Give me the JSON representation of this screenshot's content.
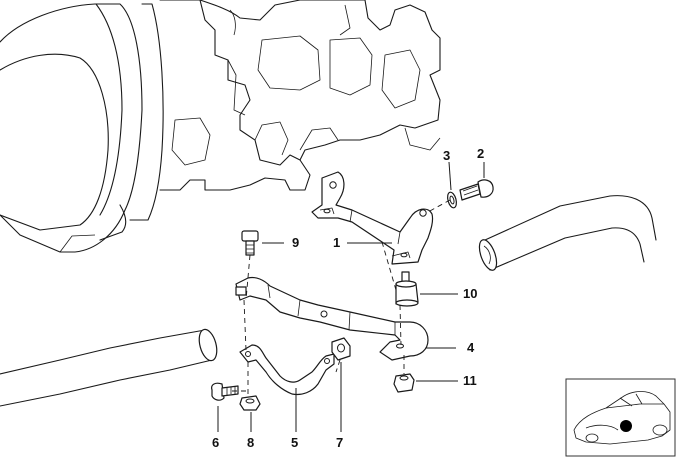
{
  "diagram": {
    "callouts": [
      {
        "key": "c1",
        "label": "1"
      },
      {
        "key": "c2",
        "label": "2"
      },
      {
        "key": "c3",
        "label": "3"
      },
      {
        "key": "c4",
        "label": "4"
      },
      {
        "key": "c5",
        "label": "5"
      },
      {
        "key": "c6",
        "label": "6"
      },
      {
        "key": "c7",
        "label": "7"
      },
      {
        "key": "c8",
        "label": "8"
      },
      {
        "key": "c9",
        "label": "9"
      },
      {
        "key": "c10",
        "label": "10"
      },
      {
        "key": "c11",
        "label": "11"
      }
    ]
  },
  "footer": {
    "watermark": ""
  },
  "colors": {
    "line": "#1a1a1a",
    "background": "#ffffff"
  }
}
